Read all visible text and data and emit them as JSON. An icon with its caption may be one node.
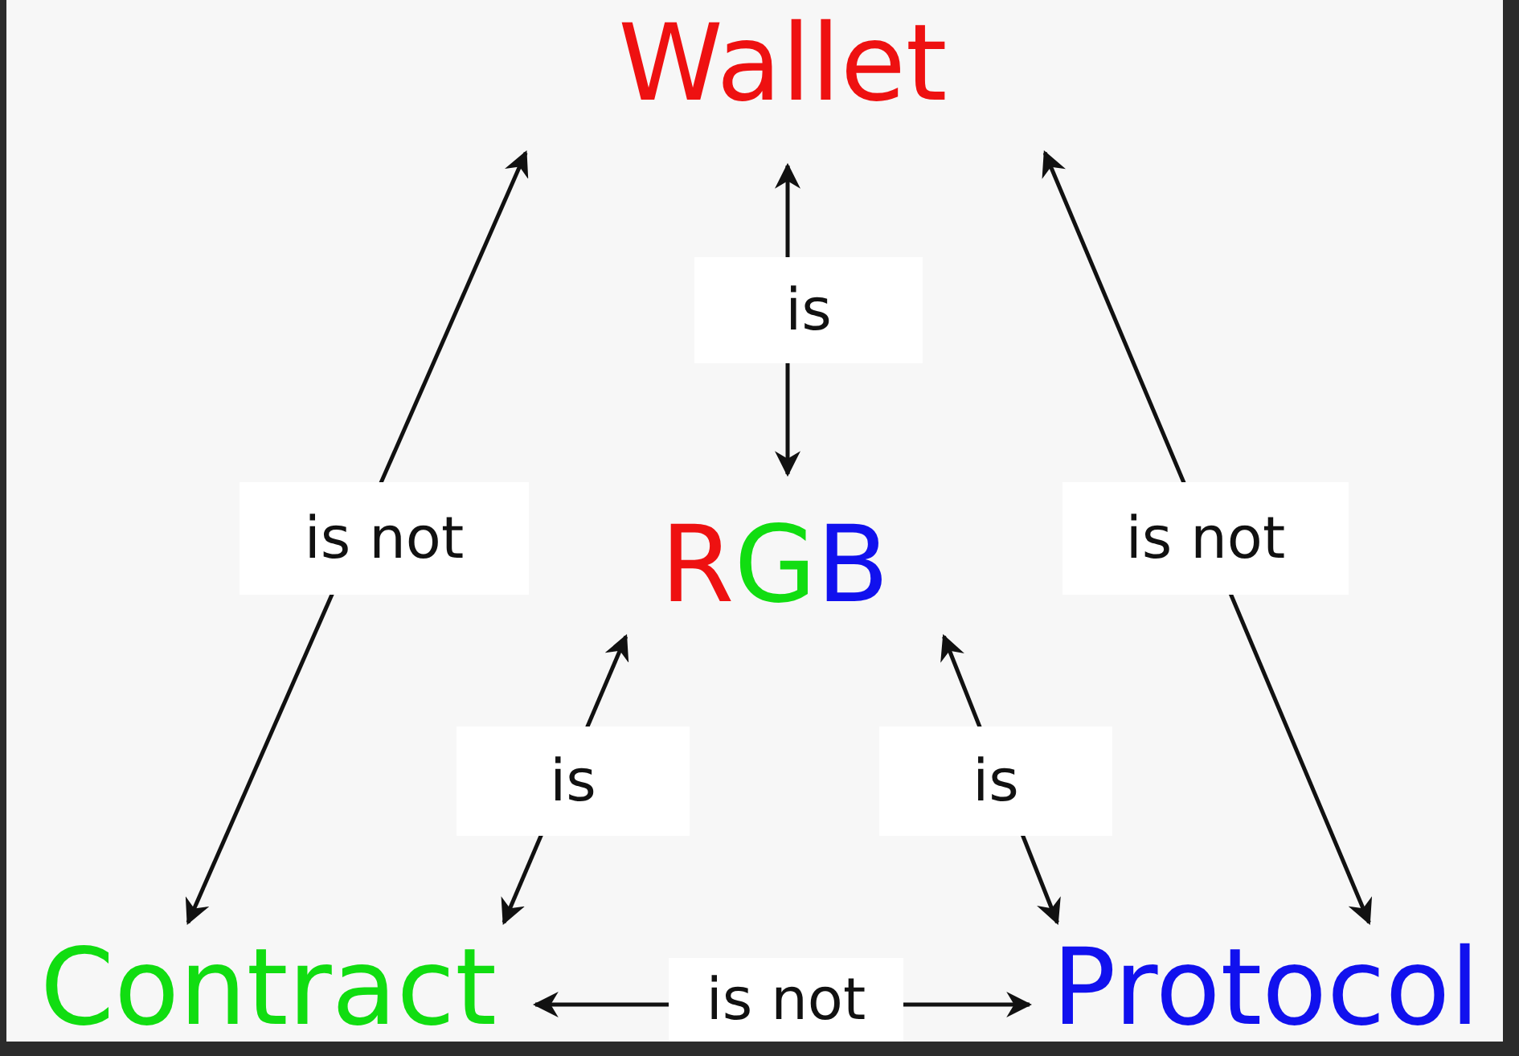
{
  "diagram": {
    "nodes": [
      {
        "text": [
          "Wallet"
        ]
      },
      {
        "text": [
          "RGB"
        ]
      },
      {
        "text": [
          "Contract"
        ]
      },
      {
        "text": [
          "Protocol"
        ]
      }
    ],
    "edges": [
      {
        "from": 0,
        "to": 1,
        "arrow": "both",
        "label": "is"
      },
      {
        "from": 0,
        "to": 2,
        "arrow": "both",
        "label": "is not"
      },
      {
        "from": 0,
        "to": 3,
        "arrow": "both",
        "label": "is not"
      },
      {
        "from": 1,
        "to": 2,
        "arrow": "both",
        "label": "is"
      },
      {
        "from": 1,
        "to": 3,
        "arrow": "both",
        "label": "is"
      },
      {
        "from": 2,
        "to": 3,
        "arrow": "both",
        "label": "is not"
      }
    ]
  }
}
